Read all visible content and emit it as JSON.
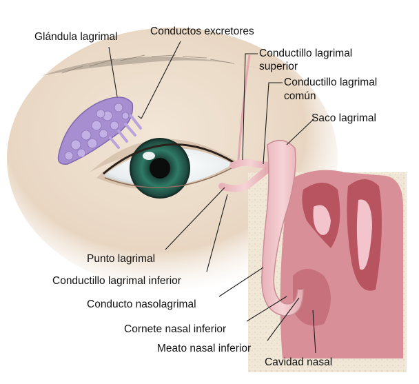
{
  "labels": {
    "lacrimal_gland": "Glándula lagrimal",
    "excretory_ducts": "Conductos excretores",
    "superior_canaliculus": [
      "Conductillo lagrimal",
      "superior"
    ],
    "common_canaliculus": [
      "Conductillo lagrimal",
      "común"
    ],
    "lacrimal_sac": "Saco lagrimal",
    "lacrimal_punctum": "Punto lagrimal",
    "inferior_canaliculus": "Conductillo lagrimal inferior",
    "nasolacrimal_duct": "Conducto nasolagrimal",
    "inferior_turbinate": "Cornete nasal inferior",
    "inferior_meatus": "Meato nasal inferior",
    "nasal_cavity": "Cavidad nasal"
  },
  "colors": {
    "skin": "#ead9c6",
    "iris": "#2f6f5e",
    "gland": "#a78ed0",
    "duct_pink": "#f2c7cc",
    "mucosa": "#d88f98",
    "leader": "#1a1a1a"
  }
}
